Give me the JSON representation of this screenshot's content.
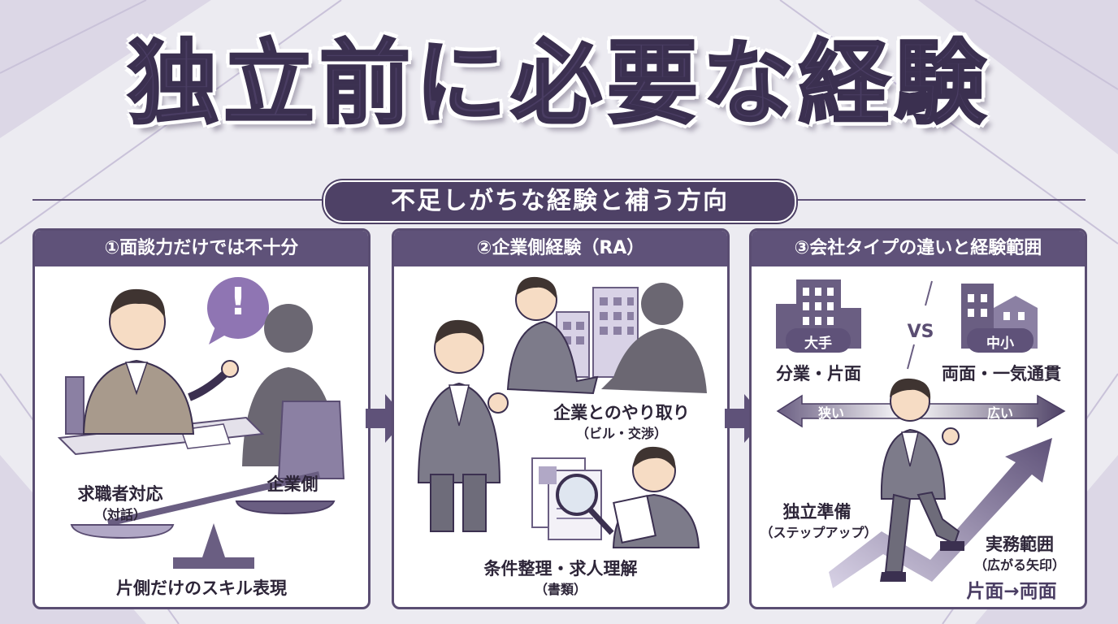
{
  "title": "独立前に必要な経験",
  "subtitle": "不足しがちな経験と補う方向",
  "panel1": {
    "heading": "①面談力だけでは不十分",
    "alert_mark": "!",
    "left_label": "求職者対応",
    "left_sub": "（対話）",
    "right_label": "企業側",
    "bottom_label": "片側だけのスキル表現"
  },
  "panel2": {
    "heading": "②企業側経験（RA）",
    "top_label": "企業とのやり取り",
    "top_sub": "（ビル・交渉）",
    "bottom_label": "条件整理・求人理解",
    "bottom_sub": "（書類）"
  },
  "panel3": {
    "heading": "③会社タイプの違いと経験範囲",
    "large_tag": "大手",
    "large_desc": "分業・片面",
    "vs": "VS",
    "small_tag": "中小",
    "small_desc": "両面・一気通貫",
    "narrow": "狭い",
    "wide": "広い",
    "prep_label": "独立準備",
    "prep_sub": "（ステップアップ）",
    "scope_label": "実務範囲",
    "scope_sub": "（広がる矢印）",
    "result": "片面→両面"
  },
  "colors": {
    "primary": "#5f5279",
    "dark": "#4a3d63",
    "light_purple": "#d8d2e6",
    "silhouette": "#6b6772"
  }
}
